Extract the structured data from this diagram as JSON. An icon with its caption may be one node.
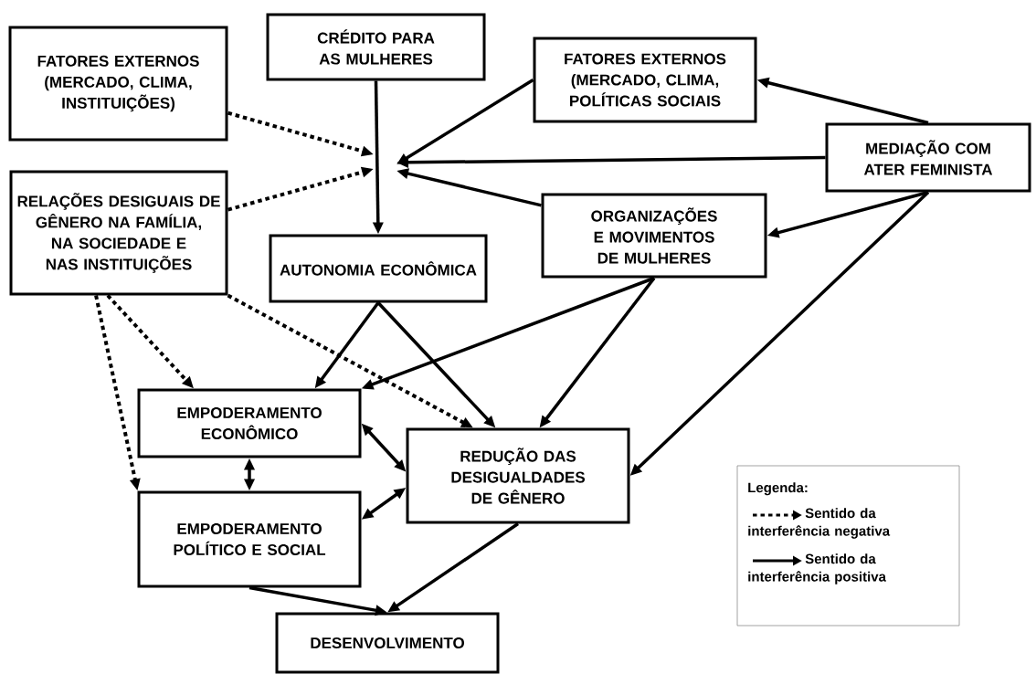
{
  "diagram": {
    "nodes": [
      {
        "text": [
          "FATORES EXTERNOS (MERCADO, CLIMA, INSTITUIÇÕES)"
        ]
      },
      {
        "text": [
          "CRÉDITO PARA AS MULHERES"
        ]
      },
      {
        "text": [
          "FATORES EXTERNOS (MERCADO, CLIMA, POLÍTICAS SOCIAIS"
        ]
      },
      {
        "text": [
          "MEDIAÇÃO COM ATER FEMINISTA"
        ]
      },
      {
        "text": [
          "RELAÇÕES DESIGUAIS DE GÊNERO NA FAMÍLIA, NA SOCIEDADE E NAS INSTITUIÇÕES"
        ]
      },
      {
        "text": [
          "AUTONOMIA ECONÔMICA"
        ]
      },
      {
        "text": [
          "ORGANIZAÇÕES E MOVIMENTOS DE MULHERES"
        ]
      },
      {
        "text": [
          "EMPODERAMENTO ECONÔMICO"
        ]
      },
      {
        "text": [
          "REDUÇÃO DAS DESIGUALDADES DE GÊNERO"
        ]
      },
      {
        "text": [
          "EMPODERAMENTO POLÍTICO E SOCIAL"
        ]
      },
      {
        "text": [
          "DESENVOLVIMENTO"
        ]
      }
    ],
    "edges": [
      {
        "from": 0,
        "to": null,
        "arrow": "to",
        "style": "dashed"
      },
      {
        "from": 4,
        "to": null,
        "arrow": "to",
        "style": "dashed"
      },
      {
        "from": 2,
        "to": null,
        "arrow": "to"
      },
      {
        "from": 3,
        "to": null,
        "arrow": "to"
      },
      {
        "from": 6,
        "to": null,
        "arrow": "to"
      },
      {
        "from": 1,
        "to": 5,
        "arrow": "to"
      },
      {
        "from": 3,
        "to": 2,
        "arrow": "to"
      },
      {
        "from": 3,
        "to": 6,
        "arrow": "to"
      },
      {
        "from": 3,
        "to": 8,
        "arrow": "to"
      },
      {
        "from": 6,
        "to": 7,
        "arrow": "to"
      },
      {
        "from": 6,
        "to": 8,
        "arrow": "to"
      },
      {
        "from": 5,
        "to": 7,
        "arrow": "to"
      },
      {
        "from": 5,
        "to": 8,
        "arrow": "to"
      },
      {
        "from": 4,
        "to": 7,
        "arrow": "to",
        "style": "dashed"
      },
      {
        "from": 4,
        "to": 9,
        "arrow": "to",
        "style": "dashed"
      },
      {
        "from": 4,
        "to": 8,
        "arrow": "to",
        "style": "dashed"
      },
      {
        "from": 7,
        "to": 9,
        "arrow": "both"
      },
      {
        "from": 7,
        "to": 8,
        "arrow": "both"
      },
      {
        "from": 9,
        "to": 8,
        "arrow": "both"
      },
      {
        "from": 9,
        "to": 10,
        "arrow": "to"
      },
      {
        "from": 8,
        "to": 10,
        "arrow": "to"
      }
    ],
    "labels": [
      "Legenda:"
    ],
    "legend": [
      {
        "text": "Sentido da interferência negativa"
      },
      {
        "text": "Sentido da interferência positiva"
      }
    ]
  }
}
